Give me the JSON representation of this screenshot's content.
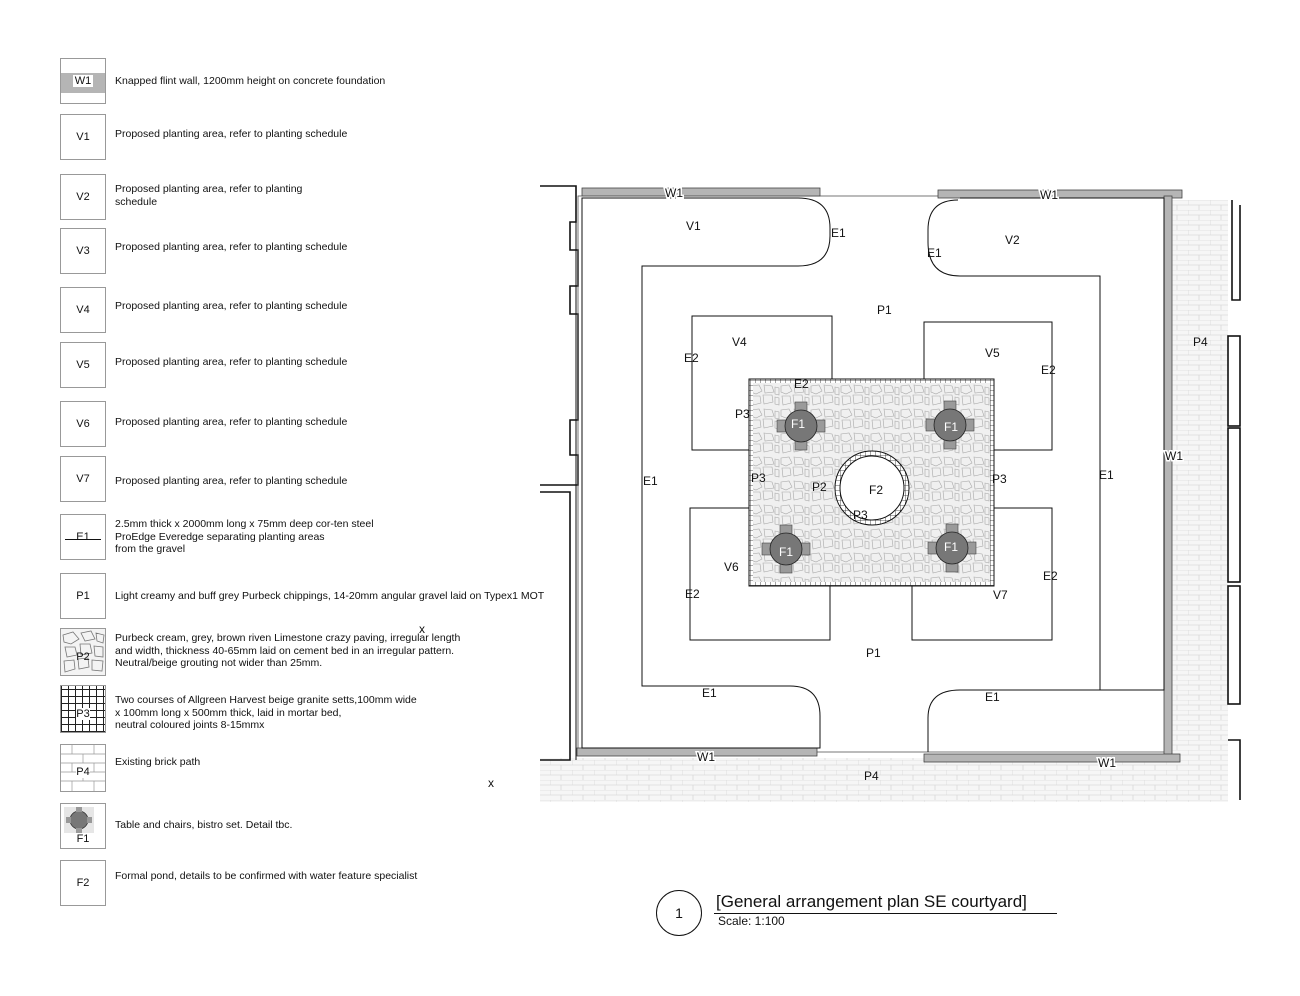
{
  "legend": [
    {
      "code": "W1",
      "text": "Knapped flint wall, 1200mm height on concrete foundation"
    },
    {
      "code": "V1",
      "text": "Proposed planting area, refer to planting schedule"
    },
    {
      "code": "V2",
      "text": "Proposed planting area, refer to planting\nschedule"
    },
    {
      "code": "V3",
      "text": "Proposed planting area, refer to planting schedule"
    },
    {
      "code": "V4",
      "text": "Proposed planting area, refer to planting schedule"
    },
    {
      "code": "V5",
      "text": "Proposed planting area, refer to planting schedule"
    },
    {
      "code": "V6",
      "text": "Proposed planting area, refer to planting schedule"
    },
    {
      "code": "V7",
      "text": "Proposed planting area, refer to planting schedule"
    },
    {
      "code": "E1",
      "text": "2.5mm thick x 2000mm long x 75mm deep cor-ten steel\nProEdge Everedge separating planting areas\nfrom the gravel"
    },
    {
      "code": "P1",
      "text": "Light creamy and buff grey Purbeck chippings, 14-20mm angular gravel laid on Typex1 MOT"
    },
    {
      "code": "P2",
      "text": "Purbeck cream, grey, brown riven Limestone crazy paving, irregular length\nand width, thickness 40-65mm laid on cement bed in an irregular pattern.\nNeutral/beige grouting not wider than 25mm."
    },
    {
      "code": "P3",
      "text": "Two courses of Allgreen Harvest beige granite setts,100mm wide\nx 100mm long x 500mm thick, laid in mortar bed,\nneutral coloured joints 8-15mmx"
    },
    {
      "code": "P4",
      "text": "Existing brick path"
    },
    {
      "code": "F1",
      "text": "Table and chairs, bistro set. Detail tbc."
    },
    {
      "code": "F2",
      "text": "Formal pond, details to be confirmed with water feature specialist"
    }
  ],
  "plan_labels": {
    "w1": "W1",
    "v1": "V1",
    "v2": "V2",
    "v4": "V4",
    "v5": "V5",
    "v6": "V6",
    "v7": "V7",
    "e1": "E1",
    "e2": "E2",
    "p1": "P1",
    "p2": "P2",
    "p3": "P3",
    "p4": "P4",
    "f1": "F1",
    "f2": "F2"
  },
  "title": {
    "number": "1",
    "name": "[General arrangement plan SE courtyard]",
    "scale": "Scale: 1:100"
  },
  "stray_marks": [
    "x",
    "x"
  ],
  "colors": {
    "wall": "#b5b5b5",
    "line": "#111111",
    "paving": "#eeeeee",
    "table": "#777777",
    "chair": "#9a9a9a"
  }
}
